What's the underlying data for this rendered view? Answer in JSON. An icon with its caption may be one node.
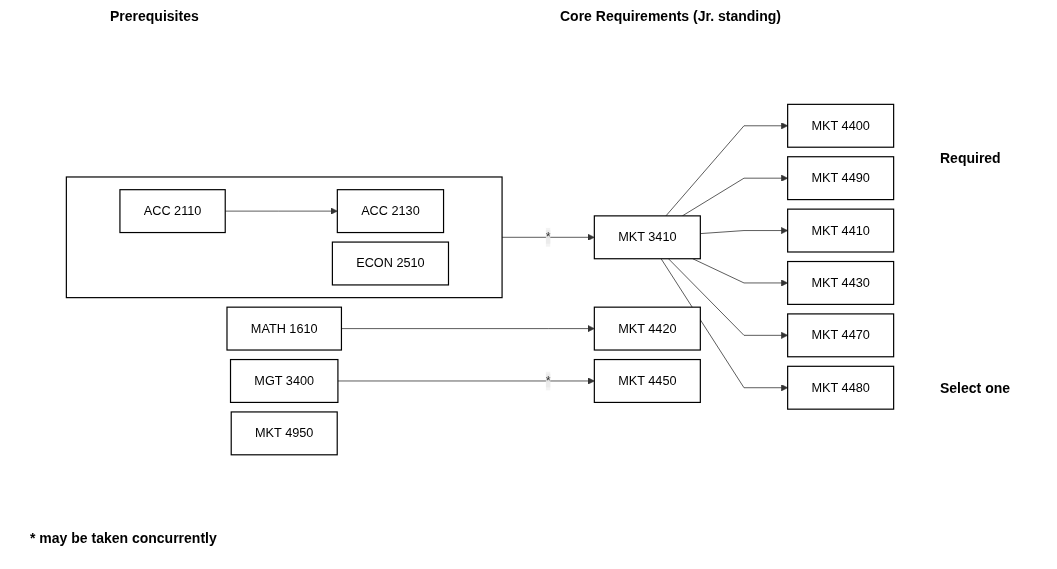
{
  "diagram": {
    "nodes": [
      {
        "text": [
          "MATH 1610"
        ]
      },
      {
        "text": [],
        "shape": "box"
      },
      {
        "text": [
          "ACC 2110"
        ],
        "in": 1
      },
      {
        "text": [
          "ACC 2130"
        ],
        "in": 1
      },
      {
        "text": [
          "ECON 2510"
        ],
        "in": 1
      },
      {
        "text": [
          "MKT 3410"
        ]
      },
      {
        "text": [
          "MGT 3400"
        ]
      },
      {
        "text": [
          "MKT 4400"
        ]
      },
      {
        "text": [
          "MKT 4420"
        ]
      },
      {
        "text": [
          "MKT 4490"
        ]
      },
      {
        "text": [
          "MKT 4410"
        ]
      },
      {
        "text": [
          "MKT 4430"
        ]
      },
      {
        "text": [
          "MKT 4450"
        ]
      },
      {
        "text": [
          "MKT 4470"
        ]
      },
      {
        "text": [
          "MKT 4480"
        ]
      },
      {
        "text": [
          "MKT 4950"
        ]
      }
    ],
    "edges": [
      {
        "from": 0,
        "to": 8,
        "arrow": "to"
      },
      {
        "from": 6,
        "to": 12,
        "arrow": "to",
        "label": "*"
      },
      {
        "from": 2,
        "to": 3,
        "arrow": "to"
      },
      {
        "from": 1,
        "to": 5,
        "arrow": "to",
        "label": "*"
      },
      {
        "from": 5,
        "to": 7,
        "arrow": "to"
      },
      {
        "from": 5,
        "to": 9,
        "arrow": "to"
      },
      {
        "from": 5,
        "to": 10,
        "arrow": "to"
      },
      {
        "from": 5,
        "to": 11,
        "arrow": "to"
      },
      {
        "from": 5,
        "to": 13,
        "arrow": "to"
      },
      {
        "from": 5,
        "to": 14,
        "arrow": "to"
      }
    ],
    "labels": [
      "Prerequisites",
      "Core Requirements (Jr. standing)",
      "Required",
      "Select one",
      "* may be taken concurrently"
    ]
  }
}
